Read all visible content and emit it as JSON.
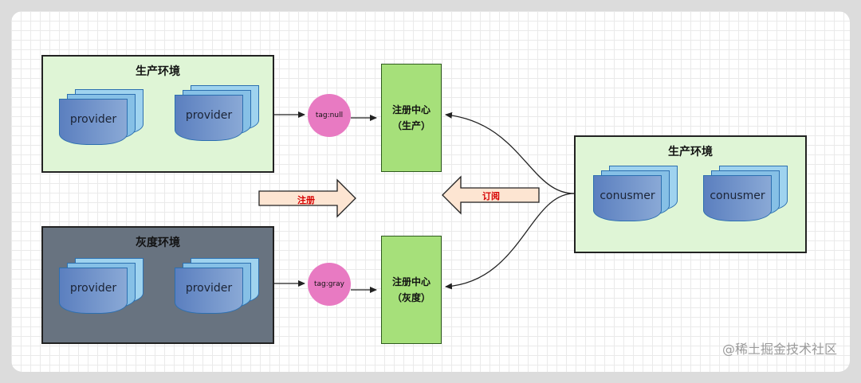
{
  "prod_env": {
    "title": "生产环境",
    "providers": [
      "provider",
      "provider"
    ]
  },
  "gray_env": {
    "title": "灰度环境",
    "providers": [
      "provider",
      "provider"
    ]
  },
  "consumer_env": {
    "title": "生产环境",
    "consumers": [
      "conusmer",
      "conusmer"
    ]
  },
  "tags": {
    "prod": "tag:null",
    "gray": "tag:gray"
  },
  "registries": {
    "prod_line1": "注册中心",
    "prod_line2": "（生产）",
    "gray_line1": "注册中心",
    "gray_line2": "（灰度）"
  },
  "arrows": {
    "register": "注册",
    "subscribe": "订阅"
  },
  "watermark": "@稀土掘金技术社区",
  "colors": {
    "env_green": "#dff5d6",
    "env_gray": "#687380",
    "registry": "#a6e07a",
    "tag": "#e87ac2",
    "big_arrow": "#fde5d2",
    "arrow_text": "#d60000"
  }
}
